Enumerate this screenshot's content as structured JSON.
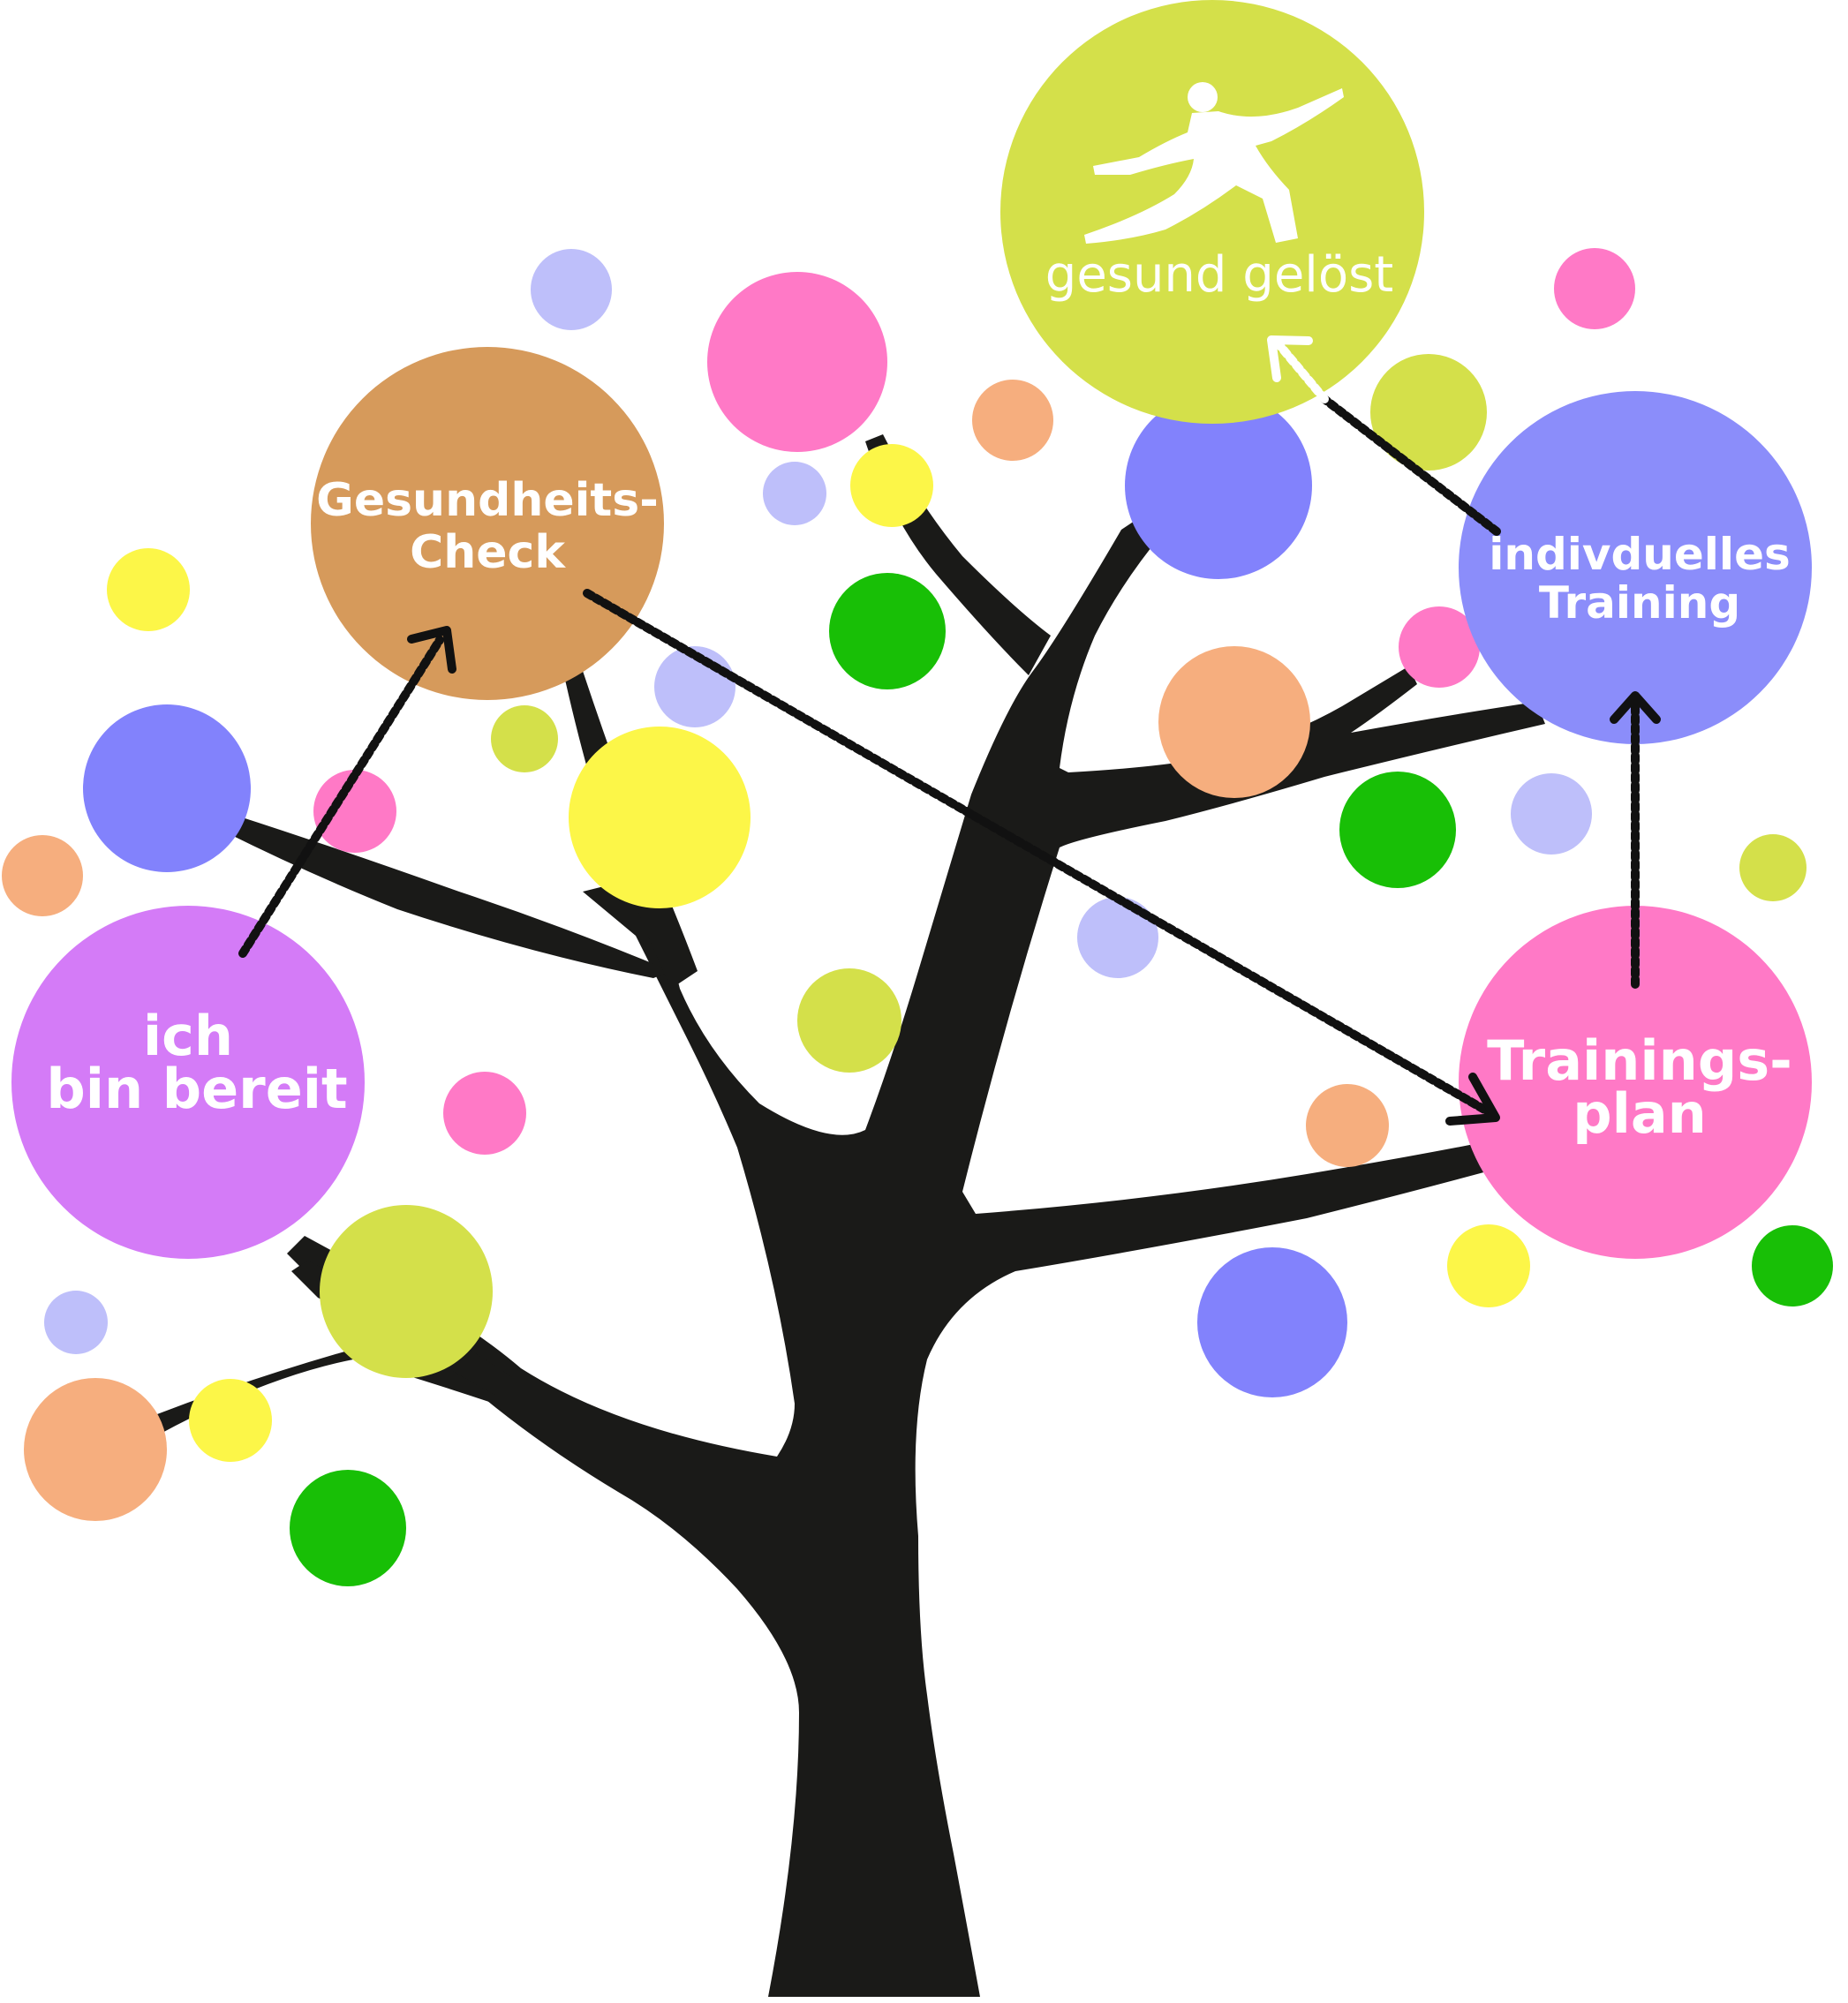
{
  "nodes": {
    "ready": {
      "line1": "ich",
      "line2": "bin bereit",
      "color": "#D47BF7"
    },
    "check": {
      "line1": "Gesundheits-",
      "line2": "Check",
      "color": "#D69A5B"
    },
    "plan": {
      "line1": "Trainings-",
      "line2": "plan",
      "color": "#FF79C6"
    },
    "training": {
      "line1": "indivduelles",
      "line2": "Training",
      "color": "#8B8DFA"
    },
    "goal": {
      "line1": "gesund gelöst",
      "color": "#D4E04A",
      "icon": "martial-arts-figure-icon"
    }
  },
  "palette": {
    "trunk": "#1a1a18",
    "pink": "#FF79C6",
    "yellow": "#FCF648",
    "green": "#18BF06",
    "blue": "#8282FC",
    "lavender": "#BEBFFA",
    "olive": "#D4E04A",
    "peach": "#F6AE7E",
    "arrow": "#111111",
    "arrow_white": "#ffffff"
  }
}
